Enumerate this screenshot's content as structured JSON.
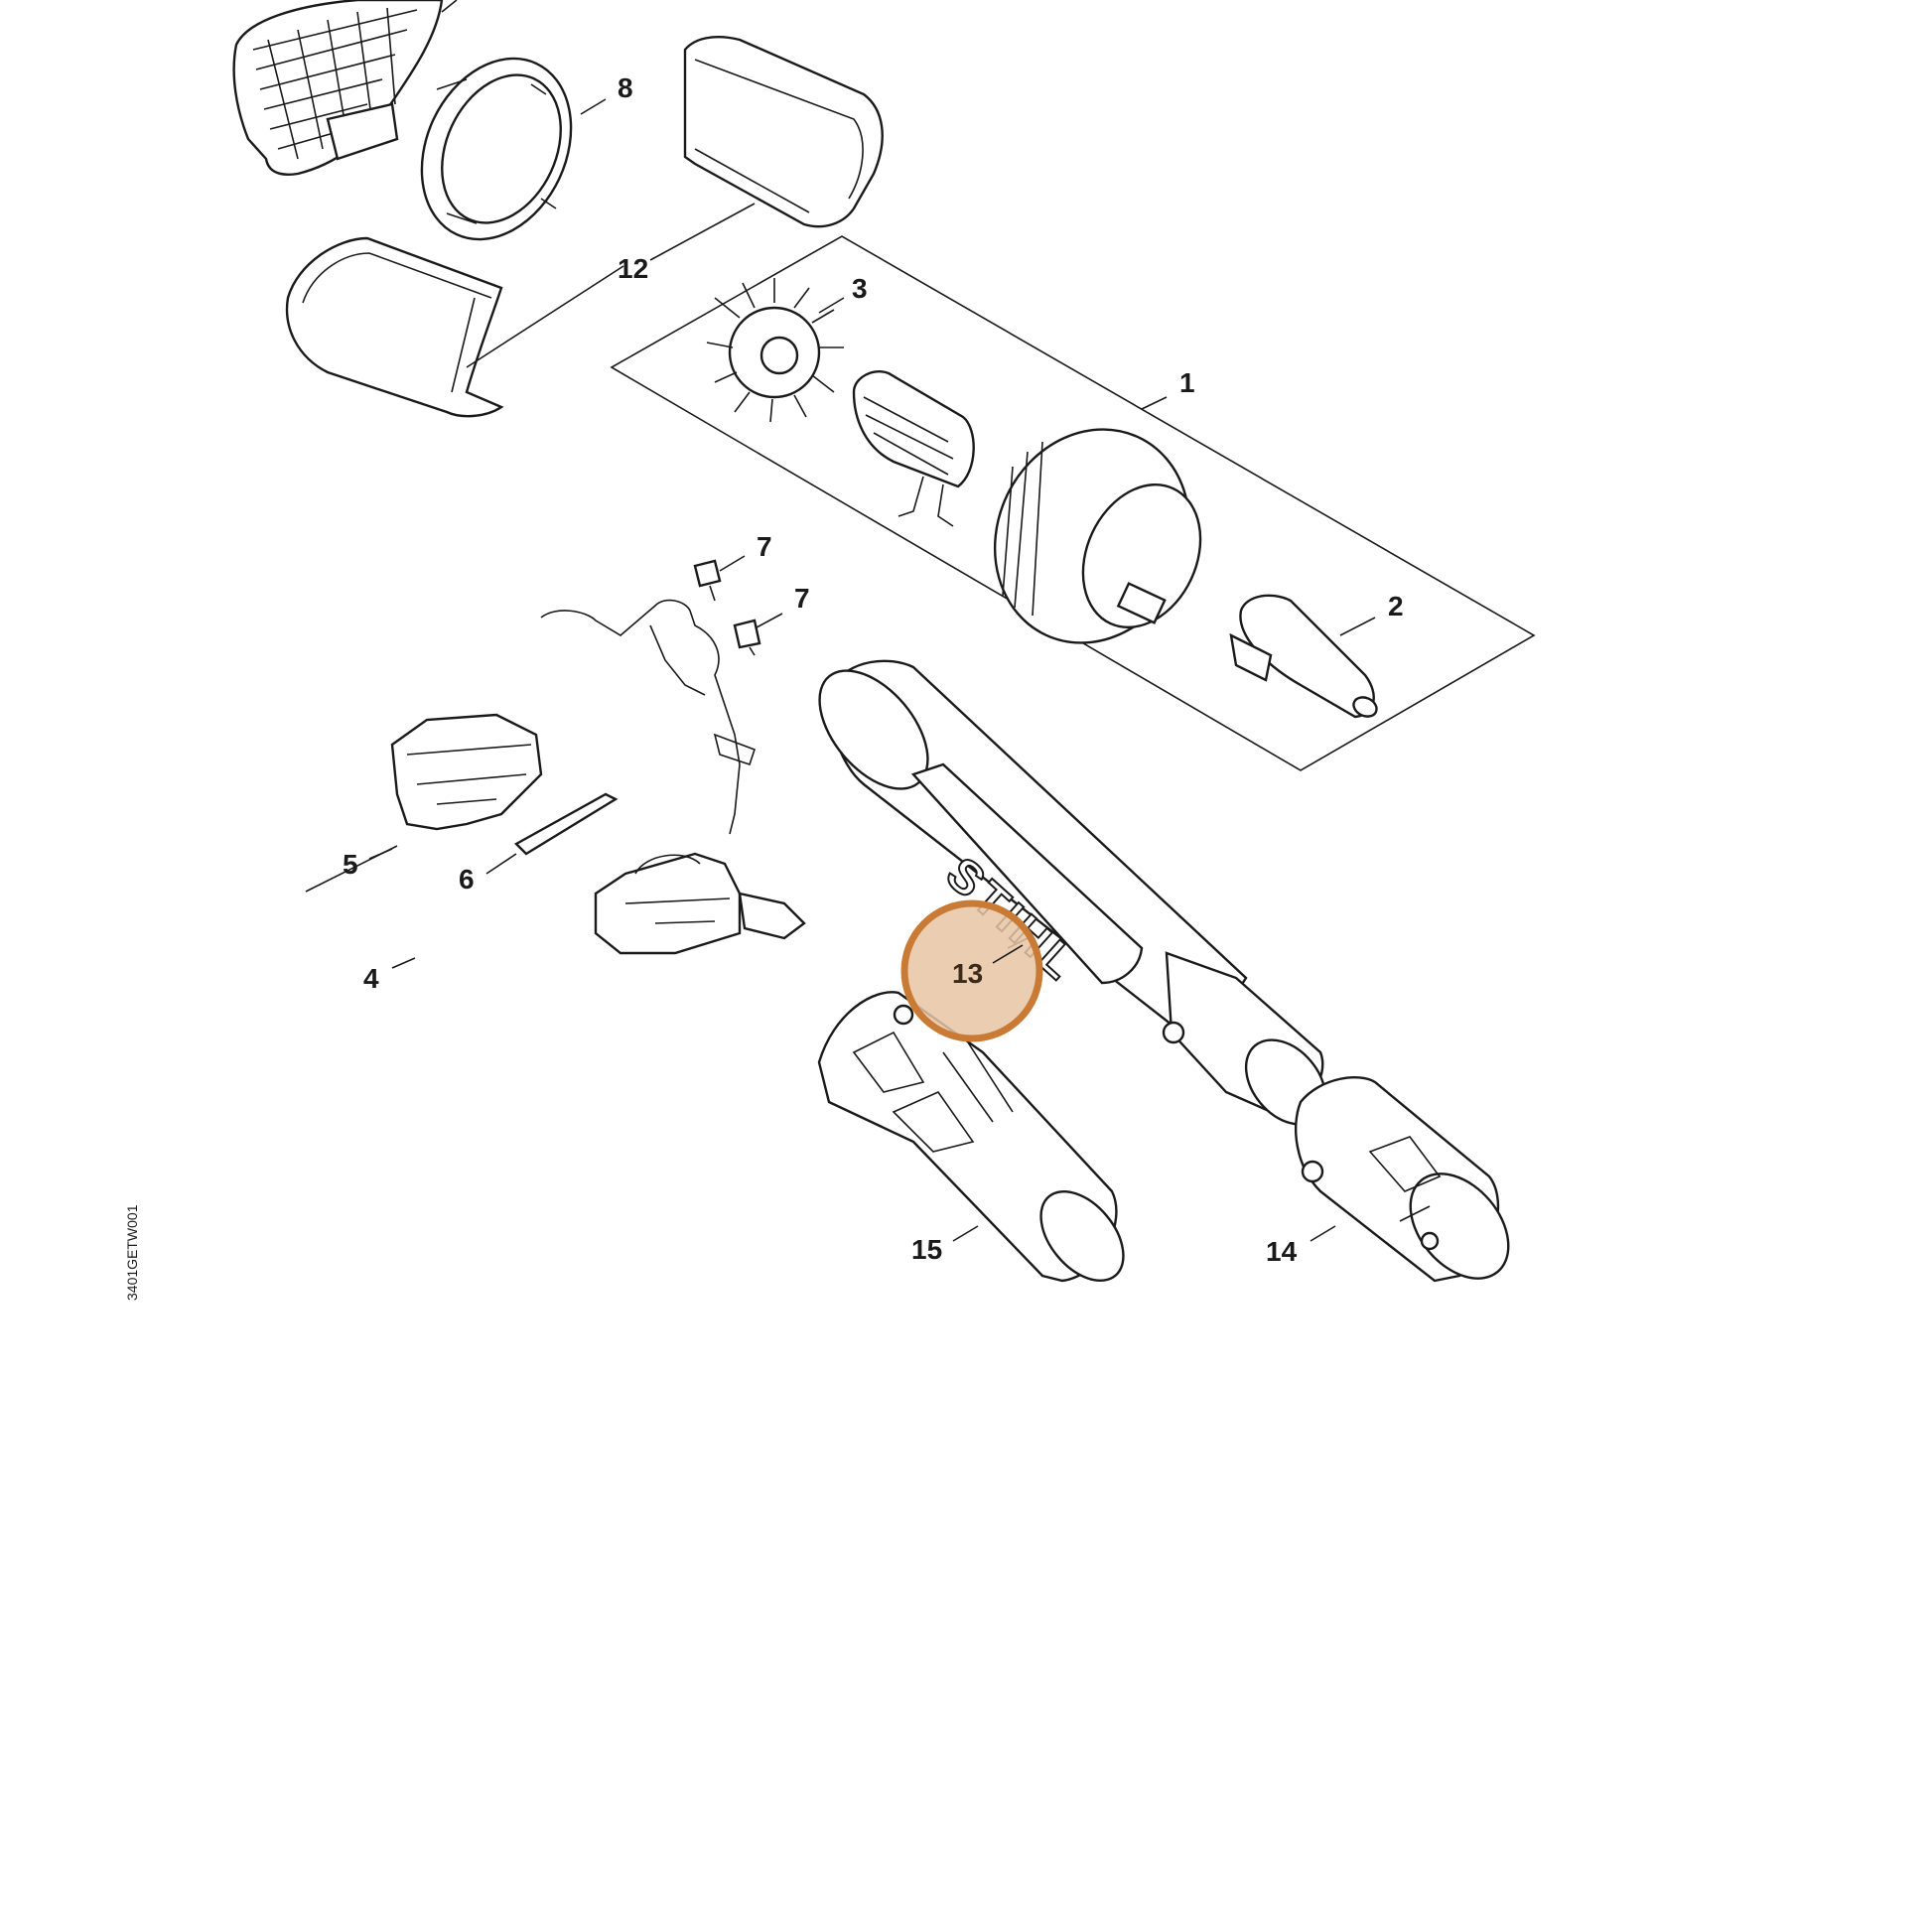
{
  "diagram": {
    "callouts": [
      {
        "id": "1",
        "label": "1"
      },
      {
        "id": "2",
        "label": "2"
      },
      {
        "id": "3",
        "label": "3"
      },
      {
        "id": "4",
        "label": "4"
      },
      {
        "id": "5",
        "label": "5"
      },
      {
        "id": "6",
        "label": "6"
      },
      {
        "id": "7a",
        "label": "7"
      },
      {
        "id": "7b",
        "label": "7"
      },
      {
        "id": "8",
        "label": "8"
      },
      {
        "id": "12",
        "label": "12"
      },
      {
        "id": "13",
        "label": "13"
      },
      {
        "id": "14",
        "label": "14"
      },
      {
        "id": "15",
        "label": "15"
      }
    ],
    "highlighted_callout": "13",
    "brand_text": "STIHL",
    "drawing_code": "3401GETW001",
    "colors": {
      "line": "#1a1a1a",
      "highlight_fill": "#e8c4a3",
      "highlight_stroke": "#c97a35",
      "background": "#ffffff"
    }
  }
}
